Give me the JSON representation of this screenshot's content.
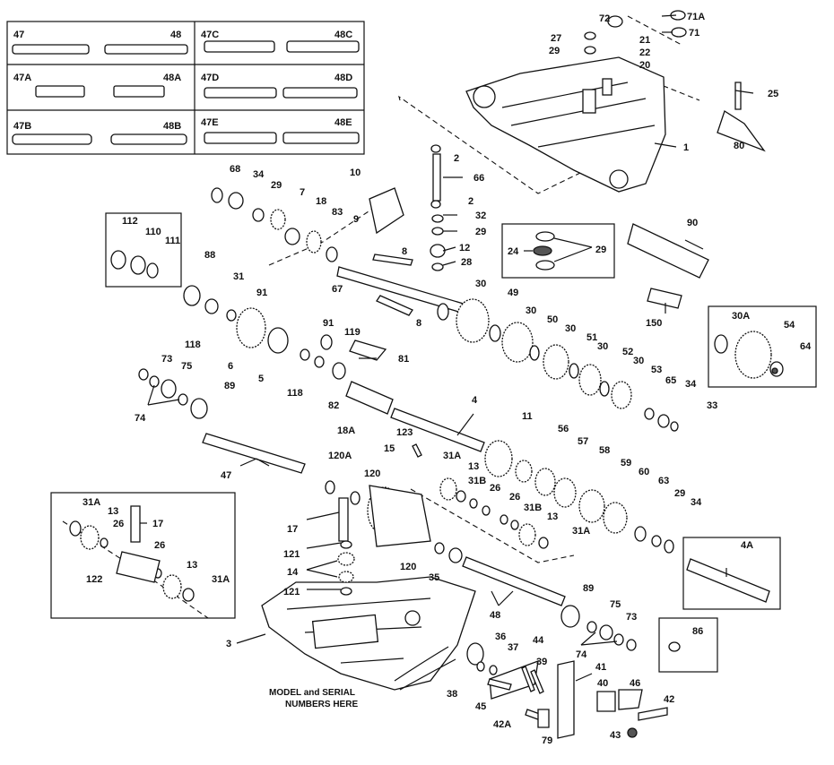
{
  "shaft_table": [
    [
      "47",
      "48"
    ],
    [
      "47A",
      "48A"
    ],
    [
      "47B",
      "48B"
    ],
    [
      "47C",
      "48C"
    ],
    [
      "47D",
      "48D"
    ],
    [
      "47E",
      "48E"
    ]
  ],
  "labels": {
    "l72": "72",
    "l71A": "71A",
    "l71": "71",
    "l27": "27",
    "l29a": "29",
    "l21": "21",
    "l22": "22",
    "l20": "20",
    "l25": "25",
    "l1": "1",
    "l80": "80",
    "l2a": "2",
    "l66": "66",
    "l2b": "2",
    "l32": "32",
    "l29b": "29",
    "l12": "12",
    "l28": "28",
    "l10": "10",
    "l68": "68",
    "l34a": "34",
    "l29c": "29",
    "l7": "7",
    "l18": "18",
    "l83": "83",
    "l9": "9",
    "l112": "112",
    "l110": "110",
    "l111": "111",
    "l8a": "8",
    "l67": "67",
    "l8b": "8",
    "l88": "88",
    "l31": "31",
    "l91a": "91",
    "l118a": "118",
    "l6": "6",
    "l5": "5",
    "l91b": "91",
    "l119": "119",
    "l81": "81",
    "l118b": "118",
    "l82": "82",
    "l73a": "73",
    "l75a": "75",
    "l74a": "74",
    "l89a": "89",
    "l18A": "18A",
    "l47": "47",
    "l4": "4",
    "l24": "24",
    "l29d": "29",
    "l90": "90",
    "l150": "150",
    "l30a": "30",
    "l49": "49",
    "l30b": "30",
    "l50": "50",
    "l30c": "30",
    "l51": "51",
    "l30d": "30",
    "l52": "52",
    "l30e": "30",
    "l53": "53",
    "l30A": "30A",
    "l54": "54",
    "l64": "64",
    "l65": "65",
    "l34b": "34",
    "l33": "33",
    "l11": "11",
    "l56": "56",
    "l57": "57",
    "l58": "58",
    "l59": "59",
    "l60": "60",
    "l63": "63",
    "l29e": "29",
    "l34c": "34",
    "l123": "123",
    "l120A": "120A",
    "l15": "15",
    "l120a": "120",
    "l31Aa": "31A",
    "l13a": "13",
    "l31Ba": "31B",
    "l26a": "26",
    "l26b": "26",
    "l31Bb": "31B",
    "l13b": "13",
    "l31Ab": "31A",
    "l4A": "4A",
    "l31Ac": "31A",
    "l13c": "13",
    "l26c": "26",
    "l17a": "17",
    "l26d": "26",
    "l122": "122",
    "l13d": "13",
    "l31Ad": "31A",
    "l17b": "17",
    "l121a": "121",
    "l14": "14",
    "l121b": "121",
    "l120b": "120",
    "l35": "35",
    "l48": "48",
    "l89b": "89",
    "l75b": "75",
    "l73b": "73",
    "l74b": "74",
    "l86": "86",
    "l3": "3",
    "l36": "36",
    "l37": "37",
    "l44": "44",
    "l39": "39",
    "l41": "41",
    "l38": "38",
    "l45": "45",
    "l40": "40",
    "l46": "46",
    "l42": "42",
    "l42A": "42A",
    "l79": "79",
    "l43": "43"
  },
  "callout": {
    "line1": "MODEL and SERIAL",
    "line2": "NUMBERS HERE"
  }
}
